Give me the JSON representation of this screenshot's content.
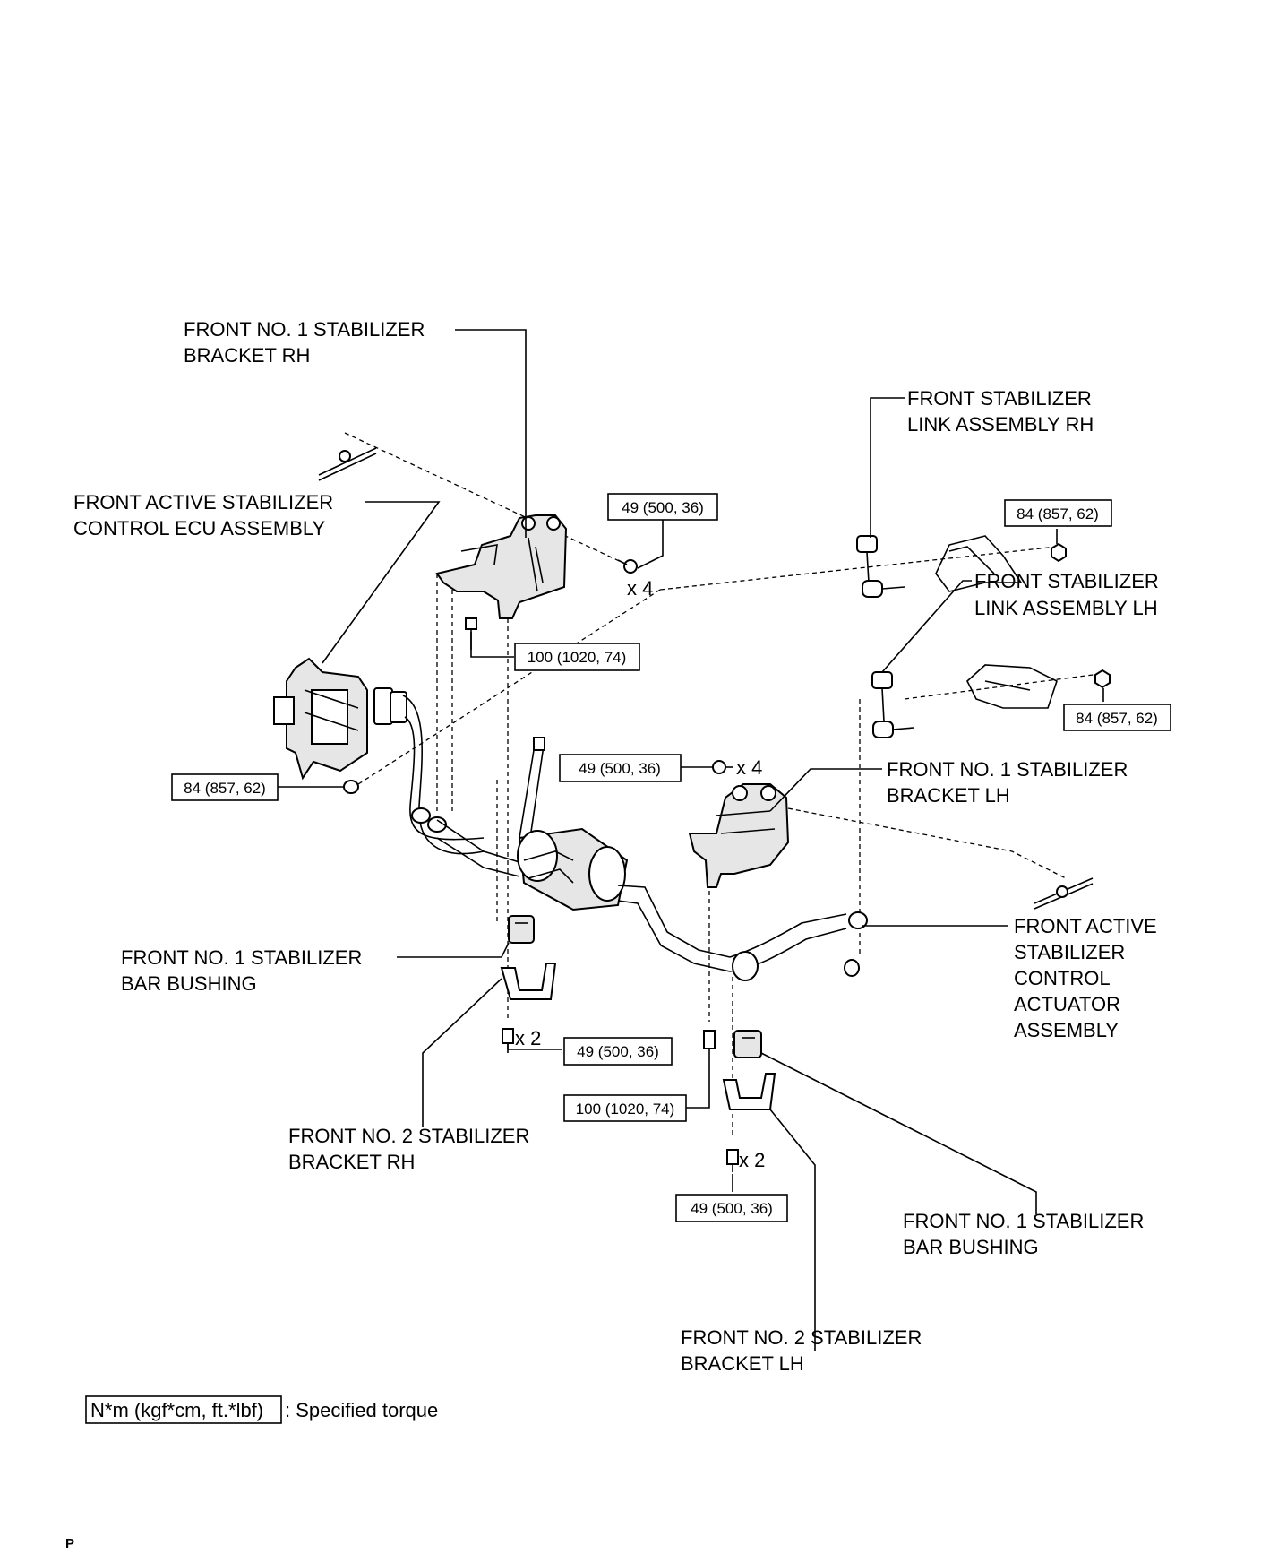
{
  "labels": {
    "bracket1_rh": [
      "FRONT NO. 1 STABILIZER",
      "BRACKET RH"
    ],
    "link_rh": [
      "FRONT STABILIZER",
      "LINK ASSEMBLY RH"
    ],
    "ecu": [
      "FRONT ACTIVE STABILIZER",
      "CONTROL ECU ASSEMBLY"
    ],
    "link_lh": [
      "FRONT STABILIZER",
      "LINK ASSEMBLY LH"
    ],
    "bracket1_lh": [
      "FRONT NO. 1 STABILIZER",
      "BRACKET LH"
    ],
    "actuator": [
      "FRONT ACTIVE",
      "STABILIZER",
      "CONTROL",
      "ACTUATOR",
      "ASSEMBLY"
    ],
    "bushing_rh": [
      "FRONT NO. 1 STABILIZER",
      "BAR BUSHING"
    ],
    "bracket2_rh": [
      "FRONT NO. 2 STABILIZER",
      "BRACKET RH"
    ],
    "bushing_lh": [
      "FRONT NO. 1 STABILIZER",
      "BAR BUSHING"
    ],
    "bracket2_lh": [
      "FRONT NO. 2 STABILIZER",
      "BRACKET LH"
    ]
  },
  "torques": {
    "t1": "49 (500, 36)",
    "t2": "84 (857, 62)",
    "t3": "100 (1020, 74)",
    "t4": "84 (857, 62)",
    "t5": "84 (857, 62)",
    "t6": "49 (500, 36)",
    "t7": "49 (500, 36)",
    "t8": "100 (1020, 74)",
    "t9": "49 (500, 36)"
  },
  "quantities": {
    "q1": "x 4",
    "q2": "x 4",
    "q3": "x 2",
    "q4": "x 2"
  },
  "legend": {
    "unit": "N*m (kgf*cm, ft.*lbf)",
    "text": ": Specified torque"
  },
  "page_marker": "P"
}
